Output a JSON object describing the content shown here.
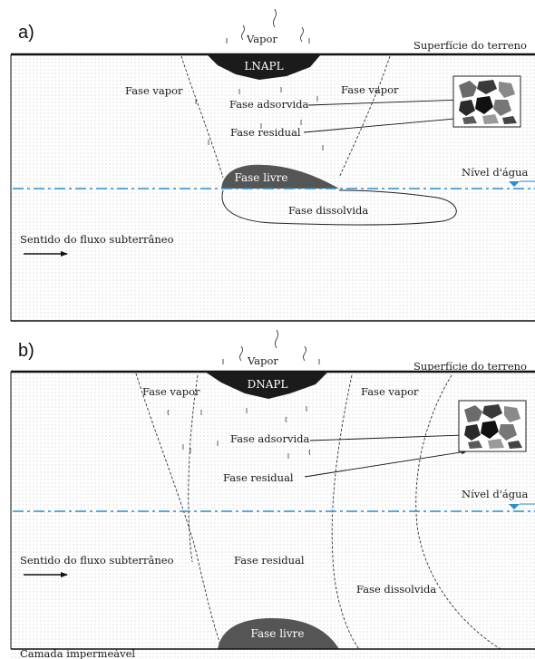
{
  "panels": [
    {
      "id": "a",
      "panel_label": "a)",
      "vapor": "Vapor",
      "surface": "Superfície do terreno",
      "product": "LNAPL",
      "vapor_phase_left": "Fase vapor",
      "vapor_phase_right": "Fase vapor",
      "adsorbed": "Fase adsorvida",
      "residual": "Fase residual",
      "free_phase": "Fase livre",
      "water_level": "Nível d'água",
      "dissolved": "Fase dissolvida",
      "flow": "Sentido do fluxo subterrâneo"
    },
    {
      "id": "b",
      "panel_label": "b)",
      "vapor": "Vapor",
      "surface": "Superfície do terreno",
      "product": "DNAPL",
      "vapor_phase_left": "Fase vapor",
      "vapor_phase_right": "Fase vapor",
      "adsorbed": "Fase adsorvida",
      "residual": "Fase residual",
      "water_level": "Nível d'água",
      "residual_mid": "Fase residual",
      "dissolved": "Fase dissolvida",
      "flow": "Sentido do fluxo subterrâneo",
      "free_phase": "Fase livre",
      "impermeable": "Camada impermeável"
    }
  ],
  "colors": {
    "water_level_line": "#2a8fd0",
    "napl_fill": "#1b1b1b",
    "free_phase_fill": "#555555",
    "ground_dots": "#c7c7c7"
  }
}
